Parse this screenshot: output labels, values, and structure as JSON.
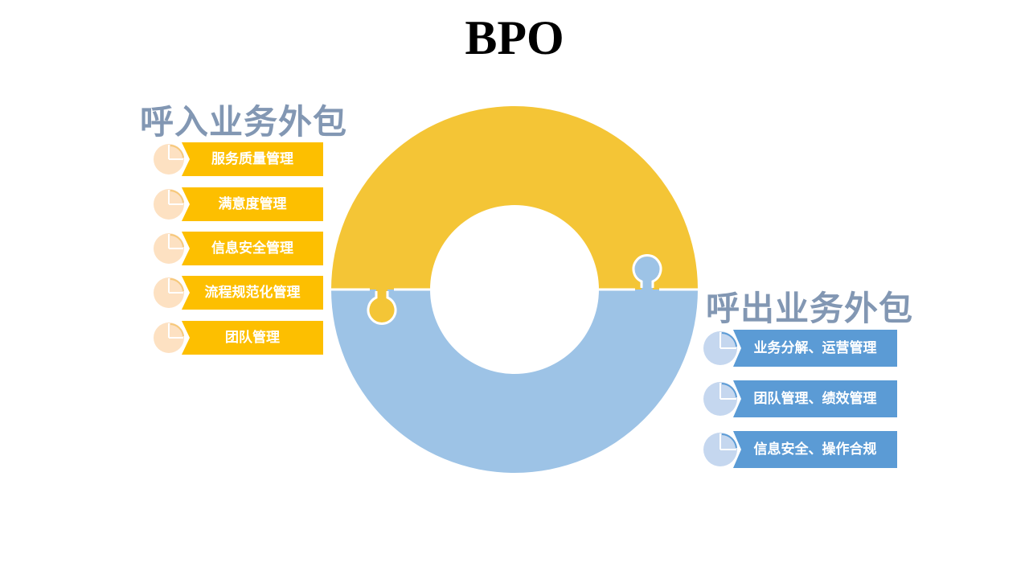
{
  "title": "BPO",
  "colors": {
    "inbound_accent": "#fdbf00",
    "inbound_ring": "#f4c536",
    "inbound_badge": "#fde1c2",
    "outbound_accent": "#5b9bd5",
    "outbound_ring": "#9dc3e6",
    "outbound_badge": "#c5d7ef",
    "section_title": "#8297b3"
  },
  "inbound": {
    "title": "呼入业务外包",
    "items": [
      "服务质量管理",
      "满意度管理",
      "信息安全管理",
      "流程规范化管理",
      "团队管理"
    ]
  },
  "outbound": {
    "title": "呼出业务外包",
    "items": [
      "业务分解、运营管理",
      "团队管理、绩效管理",
      "信息安全、操作合规"
    ]
  },
  "icons": {
    "item_badge": "pie-chart-icon",
    "ring": "puzzle-ring"
  }
}
